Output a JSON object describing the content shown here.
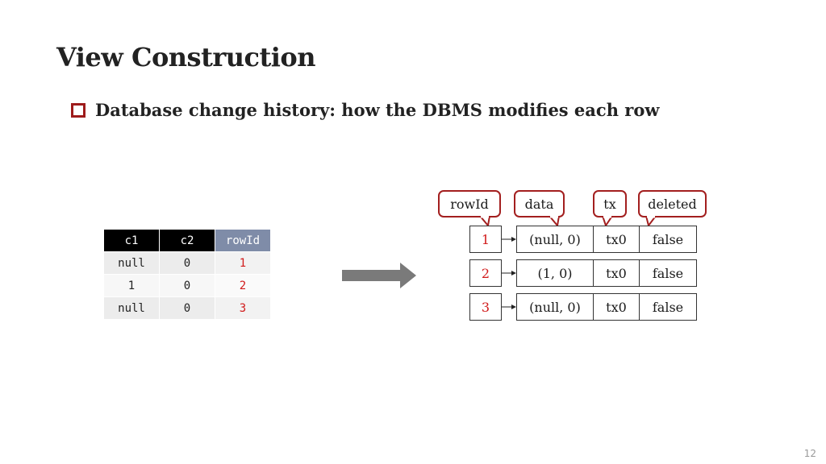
{
  "slide": {
    "title": "View Construction",
    "bullet": "Database change history: how the DBMS modifies each row",
    "page_number": "12"
  },
  "table": {
    "headers": [
      "c1",
      "c2",
      "rowId"
    ],
    "rows": [
      [
        "null",
        "0",
        "1"
      ],
      [
        "1",
        "0",
        "2"
      ],
      [
        "null",
        "0",
        "3"
      ]
    ]
  },
  "callouts": {
    "rowid": "rowId",
    "data": "data",
    "tx": "tx",
    "deleted": "deleted"
  },
  "records": [
    {
      "rowId": "1",
      "data": "(null, 0)",
      "tx": "tx0",
      "deleted": "false"
    },
    {
      "rowId": "2",
      "data": "(1, 0)",
      "tx": "tx0",
      "deleted": "false"
    },
    {
      "rowId": "3",
      "data": "(null, 0)",
      "tx": "tx0",
      "deleted": "false"
    }
  ],
  "colors": {
    "accent_red": "#a31f1f",
    "rowid_red": "#d11a1a",
    "header_black": "#000000",
    "header_highlight": "#7f8ca8",
    "arrow_gray": "#7a7a7a"
  }
}
